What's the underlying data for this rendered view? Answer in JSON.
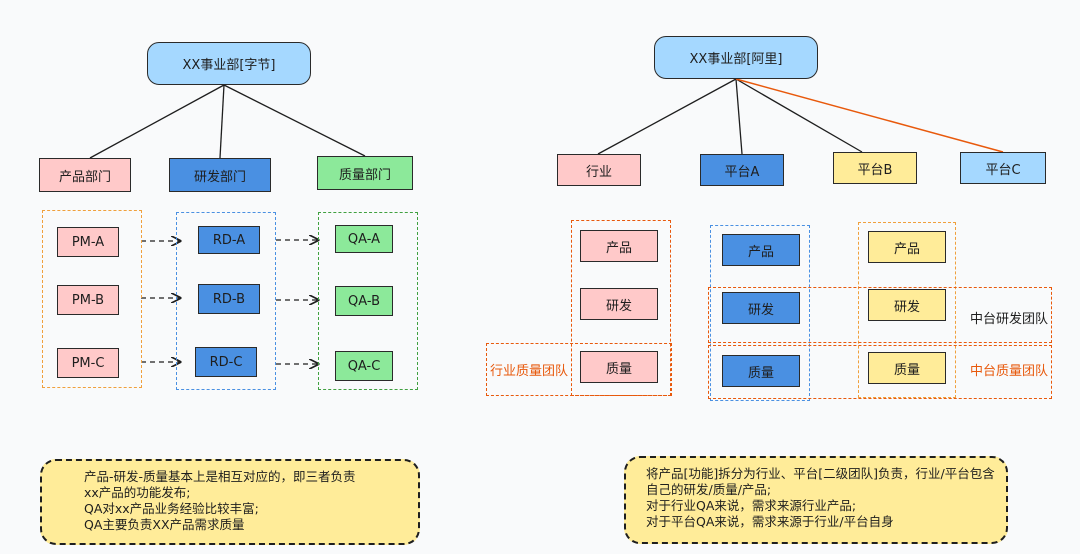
{
  "left": {
    "root": "XX事业部[字节]",
    "depts": [
      "产品部门",
      "研发部门",
      "质量部门"
    ],
    "pm": [
      "PM-A",
      "PM-B",
      "PM-C"
    ],
    "rd": [
      "RD-A",
      "RD-B",
      "RD-C"
    ],
    "qa": [
      "QA-A",
      "QA-B",
      "QA-C"
    ],
    "note": [
      "产品-研发-质量基本上是相互对应的，即三者负责",
      "xx产品的功能发布;",
      "QA对xx产品业务经验比较丰富;",
      "QA主要负责XX产品需求质量"
    ]
  },
  "right": {
    "root": "XX事业部[阿里]",
    "cols": [
      "行业",
      "平台A",
      "平台B",
      "平台C"
    ],
    "industry_items": [
      "产品",
      "研发",
      "质量"
    ],
    "platformA_items": [
      "产品",
      "研发",
      "质量"
    ],
    "platformB_items": [
      "产品",
      "研发",
      "质量"
    ],
    "label_industry_qa": "行业质量团队",
    "label_mid_rd": "中台研发团队",
    "label_mid_qa": "中台质量团队",
    "note": [
      "将产品[功能]拆分为行业、平台[二级团队]负责，行业/平台包含",
      "自己的研发/质量/产品;",
      "对于行业QA来说，需求来源行业产品;",
      "对于平台QA来说，需求来源于行业/平台自身"
    ]
  },
  "colors": {
    "pink": "#ffc9c9",
    "blue": "#4a90e2",
    "green": "#8ce99a",
    "yellow": "#ffec99",
    "light_blue": "#a5d8ff",
    "orange": "#e8590c"
  }
}
